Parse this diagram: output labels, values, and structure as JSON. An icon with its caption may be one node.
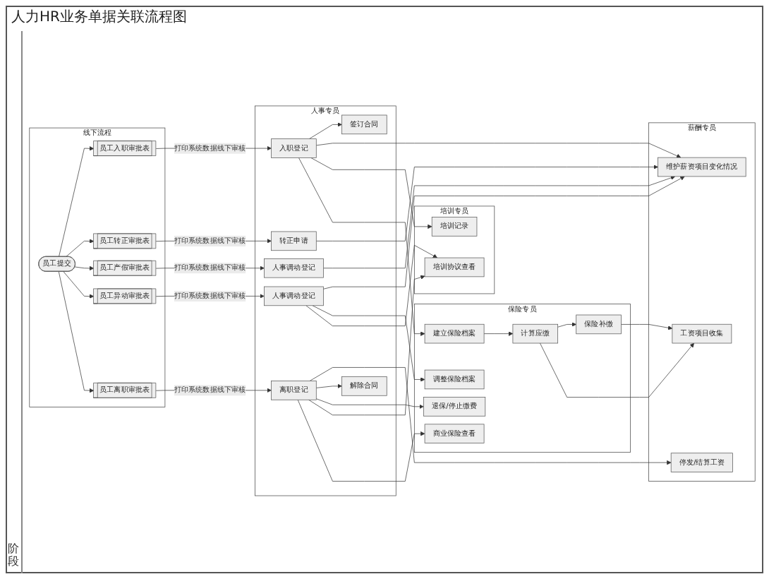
{
  "diagram": {
    "title": "人力HR业务单据关联流程图",
    "nodes": [
      {
        "text": [
          "线下流程"
        ]
      },
      {
        "text": [
          "员工提交"
        ],
        "in": 0
      },
      {
        "text": [
          "员工入职审批表"
        ],
        "in": 0
      },
      {
        "text": [
          "员工转正审批表"
        ],
        "in": 0
      },
      {
        "text": [
          "员工产假审批表"
        ],
        "in": 0
      },
      {
        "text": [
          "员工异动审批表"
        ],
        "in": 0
      },
      {
        "text": [
          "员工离职审批表"
        ],
        "in": 0
      },
      {
        "text": [
          "人事专员"
        ]
      },
      {
        "text": [
          "签订合同"
        ],
        "in": 7
      },
      {
        "text": [
          "入职登记"
        ],
        "in": 7
      },
      {
        "text": [
          "转正申请"
        ],
        "in": 7
      },
      {
        "text": [
          "人事调动登记"
        ],
        "in": 7
      },
      {
        "text": [
          "人事调动登记"
        ],
        "in": 7
      },
      {
        "text": [
          "离职登记"
        ],
        "in": 7
      },
      {
        "text": [
          "解除合同"
        ],
        "in": 7
      },
      {
        "text": [
          "薪酬专员"
        ]
      },
      {
        "text": [
          "工资项目收集"
        ],
        "in": 15
      },
      {
        "text": [
          "维护薪资项目变化情况"
        ],
        "in": 15
      },
      {
        "text": [
          "停发/结算工资"
        ],
        "in": 15
      },
      {
        "text": [
          "保险专员"
        ]
      },
      {
        "text": [
          "计算应缴"
        ],
        "in": 19
      },
      {
        "text": [
          "保险补缴"
        ],
        "in": 19
      },
      {
        "text": [
          "建立保险档案"
        ],
        "in": 19
      },
      {
        "text": [
          "调整保险档案"
        ],
        "in": 19
      },
      {
        "text": [
          "退保/停止缴费"
        ],
        "in": 19
      },
      {
        "text": [
          "商业保险查看"
        ],
        "in": 19
      },
      {
        "text": [
          "培训专员"
        ]
      },
      {
        "text": [
          "培训记录"
        ],
        "in": 26
      },
      {
        "text": [
          "培训协议查看"
        ],
        "in": 26
      }
    ],
    "edges": [
      {
        "from": 1,
        "to": 2,
        "arrow": "to"
      },
      {
        "from": 1,
        "to": 3,
        "arrow": "to"
      },
      {
        "from": 1,
        "to": 4,
        "arrow": "to"
      },
      {
        "from": 1,
        "to": 5,
        "arrow": "to"
      },
      {
        "from": 1,
        "to": 6,
        "arrow": "to"
      },
      {
        "from": 2,
        "to": 9,
        "arrow": "to",
        "label": "打印系统数据线下审核"
      },
      {
        "from": 3,
        "to": 10,
        "arrow": "to",
        "label": "打印系统数据线下审核"
      },
      {
        "from": 4,
        "to": 11,
        "arrow": "to",
        "label": "打印系统数据线下审核"
      },
      {
        "from": 5,
        "to": 12,
        "arrow": "to",
        "label": "打印系统数据线下审核"
      },
      {
        "from": 6,
        "to": 13,
        "arrow": "to",
        "label": "打印系统数据线下审核"
      },
      {
        "from": 9,
        "to": 8,
        "arrow": "to"
      },
      {
        "from": 9,
        "to": 17,
        "arrow": "to"
      },
      {
        "from": 9,
        "to": 27,
        "arrow": "to"
      },
      {
        "from": 9,
        "to": 22,
        "arrow": "to"
      },
      {
        "from": 10,
        "to": 17,
        "arrow": "to"
      },
      {
        "from": 22,
        "to": 20,
        "arrow": "to"
      },
      {
        "from": 20,
        "to": 21,
        "arrow": "to"
      },
      {
        "from": 20,
        "to": 16,
        "arrow": "to"
      },
      {
        "from": 21,
        "to": 16,
        "arrow": "to"
      },
      {
        "from": 11,
        "to": 17,
        "arrow": "to"
      },
      {
        "from": 12,
        "to": 17,
        "arrow": "to"
      },
      {
        "from": 12,
        "to": 23,
        "arrow": "to"
      },
      {
        "from": 12,
        "to": 28,
        "arrow": "to"
      },
      {
        "from": 13,
        "to": 18,
        "arrow": "to"
      },
      {
        "from": 13,
        "to": 14,
        "arrow": "to"
      },
      {
        "from": 13,
        "to": 24,
        "arrow": "to"
      },
      {
        "from": 13,
        "to": 28,
        "arrow": "to"
      },
      {
        "from": 13,
        "to": 25,
        "arrow": "to"
      }
    ],
    "labels": [
      "阶段"
    ]
  }
}
